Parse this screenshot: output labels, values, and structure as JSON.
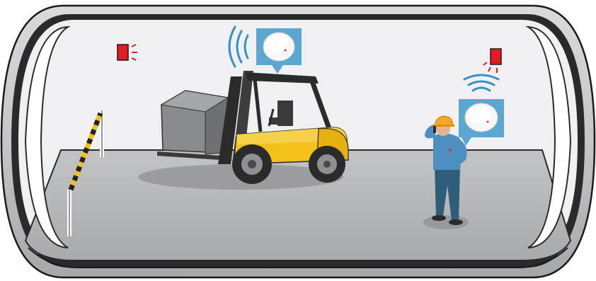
{
  "scene": {
    "subject": "tunnel-warehouse-illustration",
    "elements": [
      "tunnel",
      "forklift",
      "wireless-tag-forklift",
      "wireless-tag-worker",
      "worker",
      "alarm-light-left",
      "alarm-light-right",
      "barrier-gate"
    ]
  },
  "colors": {
    "tunnel_shell": "#b9bbbd",
    "tunnel_inner": "#f0f0f2",
    "floor": "#b5b6b8",
    "tag_bubble": "#5ba7d0",
    "signal_waves": "#3a8fc7",
    "forklift_body": "#f3c21a",
    "forklift_dark": "#2b2b2b",
    "crate": "#8a8b8e",
    "alarm_red": "#e41b23",
    "worker_shirt": "#4e8fc2",
    "worker_jeans": "#2f5d7a",
    "hard_hat": "#f5a623"
  }
}
